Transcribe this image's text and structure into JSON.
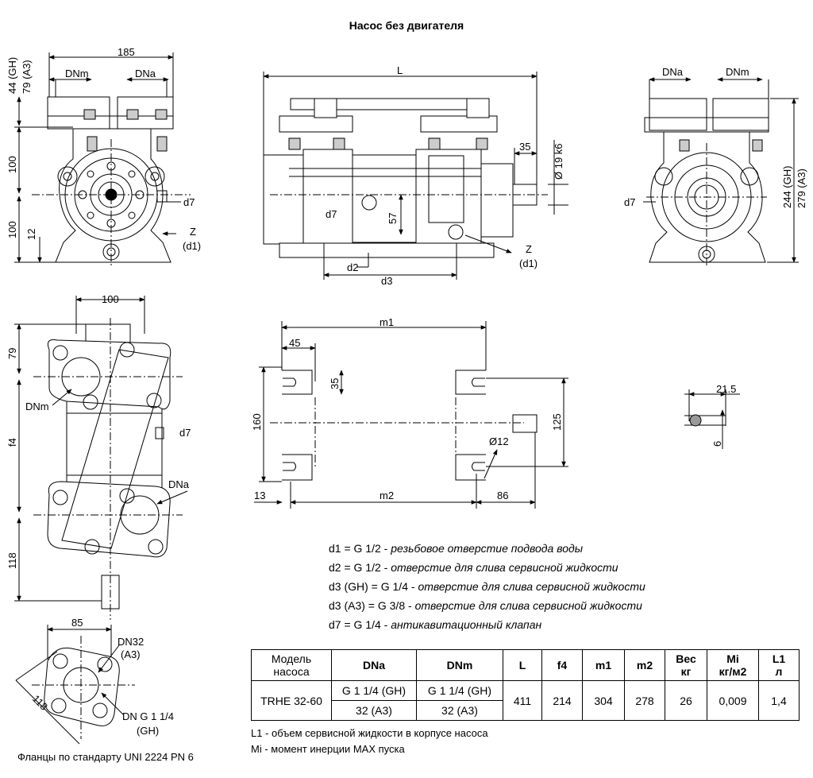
{
  "title": "Насос без двигателя",
  "dimensions": {
    "front_width": "185",
    "gh_height": "44 (GH)",
    "a3_height": "79 (A3)",
    "upper_100": "100",
    "lower_100": "100",
    "dim_12": "12",
    "dn_m": "DNm",
    "dn_a": "DNa",
    "d7": "d7",
    "z": "Z",
    "d1": "(d1)",
    "length": "L",
    "dim_35": "35",
    "shaft": "Ø 19 k6",
    "dim_57": "57",
    "d2": "d2",
    "d3": "d3",
    "gh_total": "244 (GH)",
    "a3_total": "279 (A3)",
    "top_100": "100",
    "dim_79": "79",
    "f4": "f4",
    "dim_118": "118",
    "m1": "m1",
    "dim_45": "45",
    "dim_160": "160",
    "dim_125": "125",
    "hole_12": "Ø12",
    "dim_13": "13",
    "m2": "m2",
    "dim_86": "86",
    "dim_21_5": "21.5",
    "dim_6": "6",
    "flange_85": "85",
    "flange_118": "118",
    "dn32": "DN32",
    "dn32_sub": "(A3)",
    "dn_g": "DN G 1 1/4",
    "dn_g_sub": "(GH)"
  },
  "notes": [
    {
      "code": "d1 = G 1/2 - ",
      "text": "резьбовое отверстие подвода воды"
    },
    {
      "code": "d2 = G 1/2 - ",
      "text": "отверстие для слива сервисной жидкости"
    },
    {
      "code": "d3 (GH) = G 1/4 - ",
      "text": "отверстие для слива сервисной жидкости"
    },
    {
      "code": "d3 (A3) = G 3/8 - ",
      "text": "отверстие для слива сервисной жидкости"
    },
    {
      "code": "d7 = G 1/4 - ",
      "text": "антикавитационный клапан"
    }
  ],
  "table": {
    "headers": {
      "model_1": "Модель",
      "model_2": "насоса",
      "dna": "DNa",
      "dnm": "DNm",
      "l": "L",
      "f4": "f4",
      "m1": "m1",
      "m2": "m2",
      "weight_1": "Вес",
      "weight_2": "кг",
      "mi_1": "Mi",
      "mi_2": "кг/м2",
      "l1_1": "L1",
      "l1_2": "л"
    },
    "row": {
      "model": "TRHE 32-60",
      "dna_gh": "G 1 1/4 (GH)",
      "dna_a3": "32 (A3)",
      "dnm_gh": "G 1 1/4 (GH)",
      "dnm_a3": "32 (A3)",
      "l": "411",
      "f4": "214",
      "m1": "304",
      "m2": "278",
      "weight": "26",
      "mi": "0,009",
      "l1": "1,4"
    }
  },
  "footnotes": {
    "l1": "L1 - объем сервисной жидкости в корпусе насоса",
    "mi": "Mi - момент инерции MAX пуска"
  },
  "flange_standard": "Фланцы по стандарту UNI 2224 PN 6"
}
